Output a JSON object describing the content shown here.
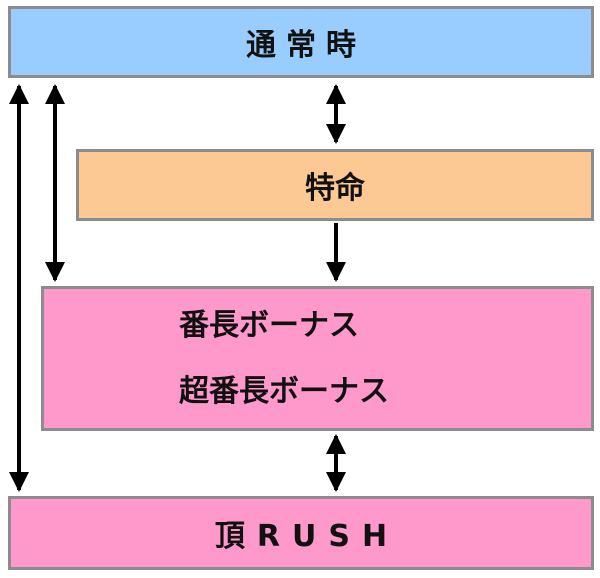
{
  "states": {
    "normal": {
      "label": "通常時",
      "color": "#99ccff"
    },
    "tokumei": {
      "label": "特命",
      "color": "#fcc893"
    },
    "bonus": {
      "lines": [
        "番長ボーナス",
        "超番長ボーナス"
      ],
      "color": "#ff99cc"
    },
    "rush": {
      "label": "頂RUSH",
      "color": "#ff99cc"
    }
  },
  "arrows": [
    {
      "from": "normal",
      "to": "tokumei",
      "direction": "both"
    },
    {
      "from": "tokumei",
      "to": "bonus",
      "direction": "forward"
    },
    {
      "from": "bonus",
      "to": "rush",
      "direction": "both"
    },
    {
      "from": "normal",
      "to": "bonus",
      "direction": "both"
    },
    {
      "from": "normal",
      "to": "rush",
      "direction": "both"
    }
  ],
  "border_color": "#8c8c8c",
  "arrow_color": "#000000"
}
